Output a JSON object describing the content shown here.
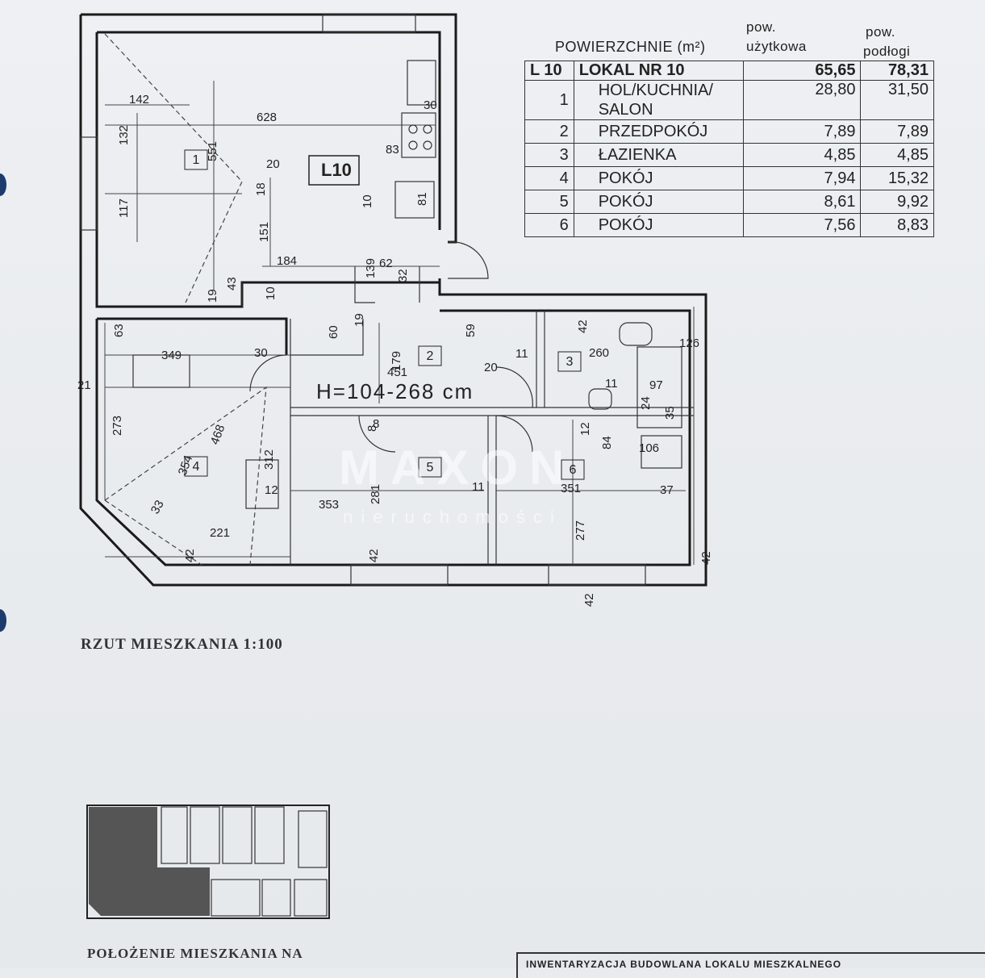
{
  "table": {
    "header_title": "POWIERZCHNIE (m²)",
    "col_usable_line1": "pow.",
    "col_usable_line2": "użytkowa",
    "col_floor_line1": "pow.",
    "col_floor_line2": "podłogi",
    "unit_code": "L 10",
    "unit_name": "LOKAL NR 10",
    "unit_usable": "65,65",
    "unit_floor": "78,31",
    "rows": [
      {
        "no": "1",
        "name_line1": "HOL/KUCHNIA/",
        "name_line2": "SALON",
        "usable": "28,80",
        "floor": "31,50"
      },
      {
        "no": "2",
        "name_line1": "PRZEDPOKÓJ",
        "usable": "7,89",
        "floor": "7,89"
      },
      {
        "no": "3",
        "name_line1": "ŁAZIENKA",
        "usable": "4,85",
        "floor": "4,85"
      },
      {
        "no": "4",
        "name_line1": "POKÓJ",
        "usable": "7,94",
        "floor": "15,32"
      },
      {
        "no": "5",
        "name_line1": "POKÓJ",
        "usable": "8,61",
        "floor": "9,92"
      },
      {
        "no": "6",
        "name_line1": "POKÓJ",
        "usable": "7,56",
        "floor": "8,83"
      }
    ]
  },
  "plan": {
    "unit_label": "L10",
    "height_note": "H=104-268 cm",
    "rooms": [
      "1",
      "2",
      "3",
      "4",
      "5",
      "6"
    ],
    "dimensions": [
      "142",
      "628",
      "132",
      "551",
      "117",
      "20",
      "18",
      "151",
      "10",
      "83",
      "30",
      "81",
      "184",
      "139",
      "62",
      "32",
      "19",
      "43",
      "10",
      "63",
      "349",
      "30",
      "21",
      "273",
      "60",
      "179",
      "59",
      "451",
      "20",
      "11",
      "260",
      "42",
      "126",
      "97",
      "11",
      "24",
      "35",
      "12",
      "84",
      "106",
      "37",
      "354",
      "468",
      "312",
      "12",
      "8",
      "281",
      "353",
      "11",
      "351",
      "277",
      "33",
      "221",
      "42",
      "42",
      "42",
      "42",
      "19",
      "8"
    ],
    "watermark": "MAXON",
    "watermark_sub": "nieruchomości"
  },
  "captions": {
    "plan_scale": "RZUT MIESZKANIA  1:100",
    "location_line1": "POŁOŻENIE MIESZKANIA NA",
    "bottom_box": "INWENTARYZACJA BUDOWLANA LOKALU MIESZKALNEGO"
  }
}
